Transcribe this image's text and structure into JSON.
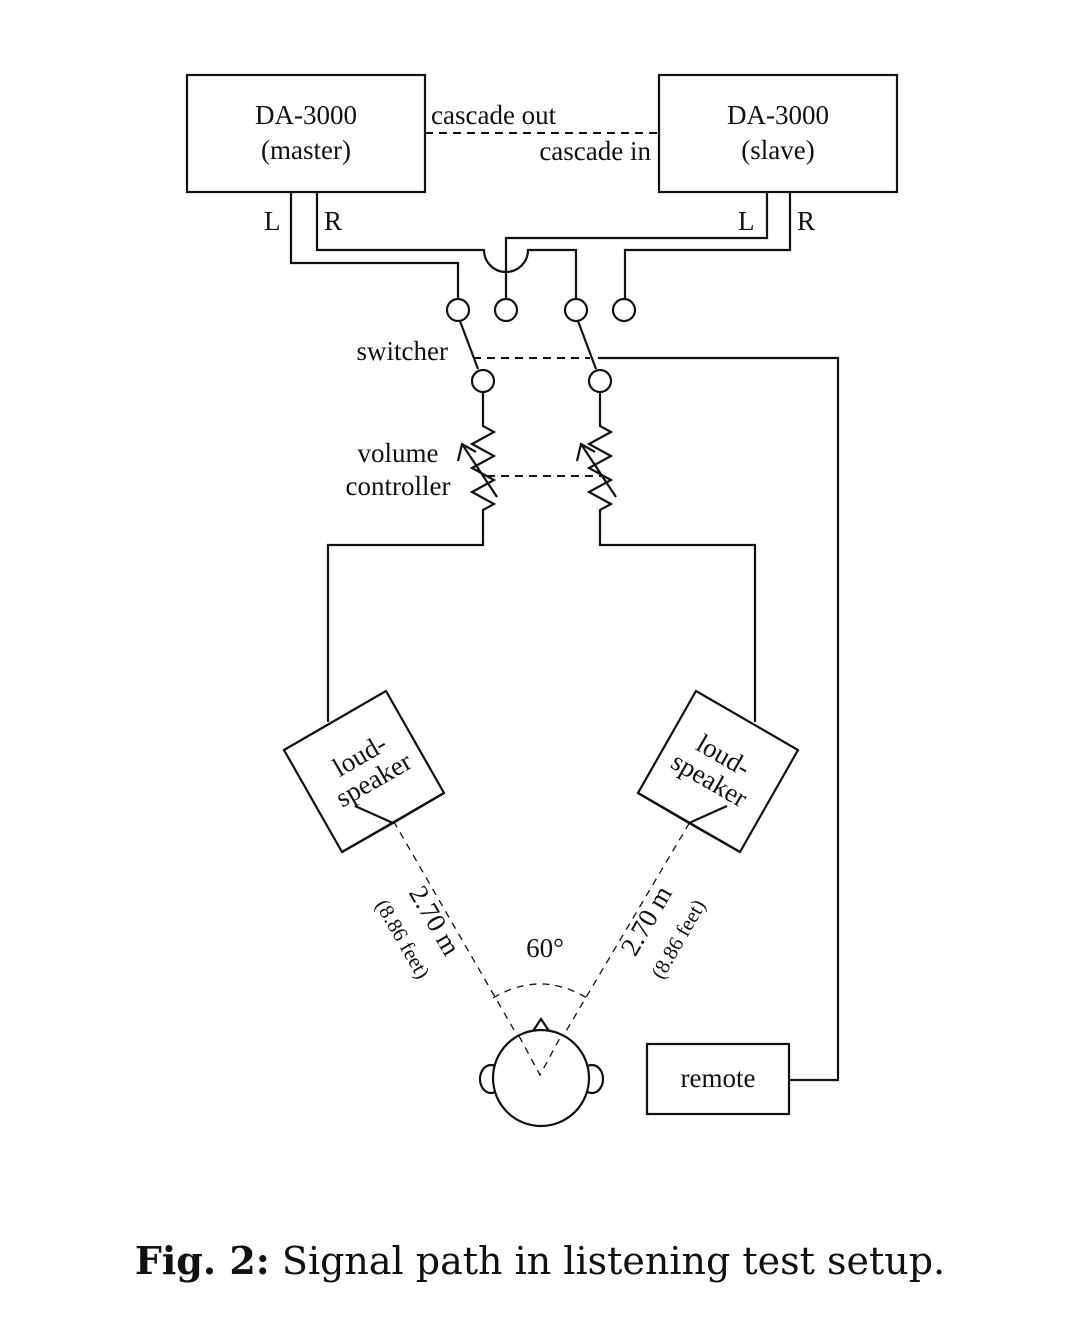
{
  "diagram": {
    "master": {
      "model": "DA-3000",
      "role": "(master)"
    },
    "slave": {
      "model": "DA-3000",
      "role": "(slave)"
    },
    "cascade_out": "cascade out",
    "cascade_in": "cascade in",
    "channels": {
      "left": "L",
      "right": "R"
    },
    "switcher": "switcher",
    "volume_controller": {
      "line1": "volume",
      "line2": "controller"
    },
    "loudspeaker": {
      "line1": "loud-",
      "line2": "speaker"
    },
    "distance": "2.70 m",
    "distance_feet": "(8.86 feet)",
    "angle": "60°",
    "remote": "remote"
  },
  "caption": {
    "label": "Fig. 2:",
    "text": "Signal path in listening test setup."
  }
}
